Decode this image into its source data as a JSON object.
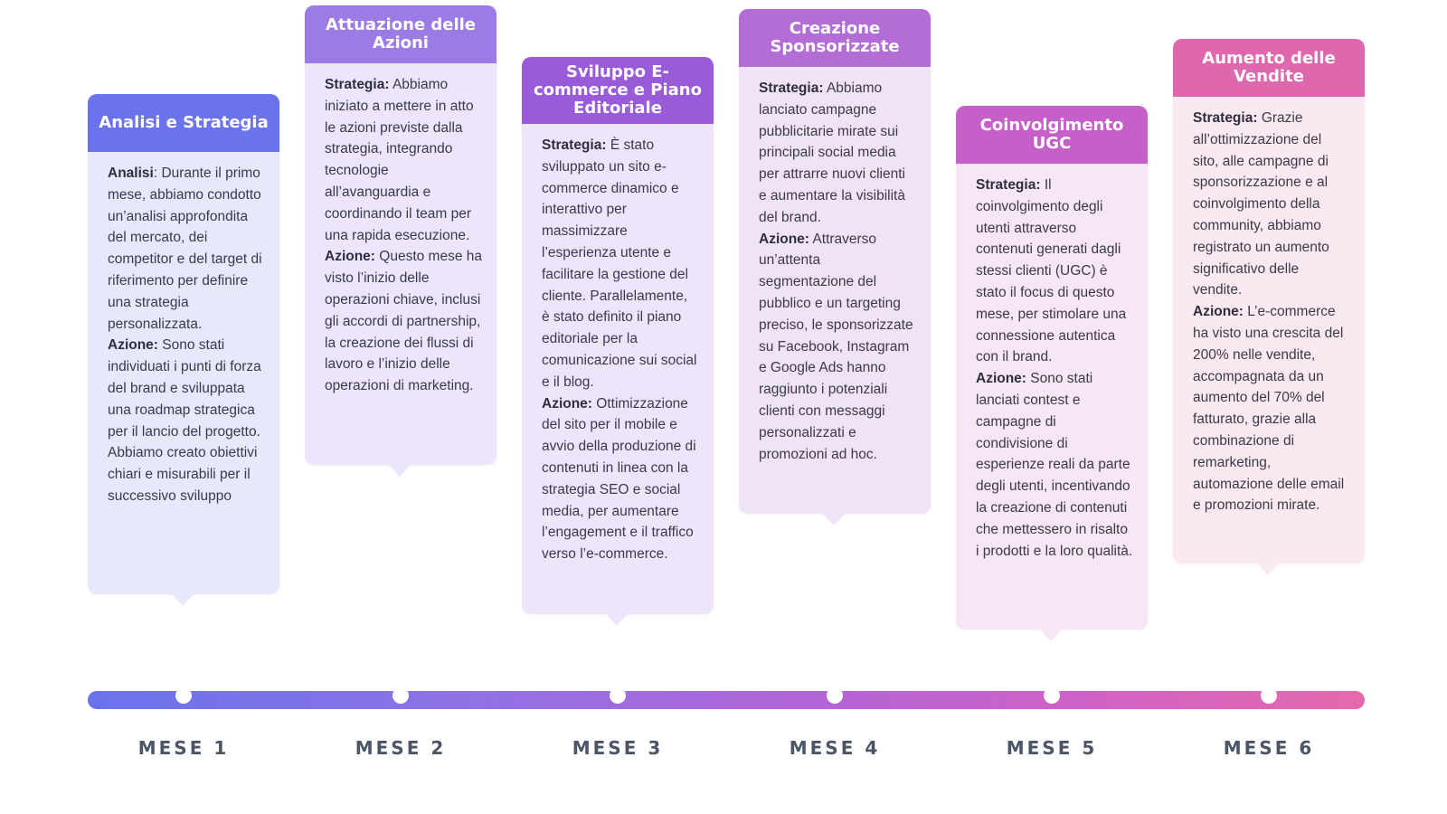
{
  "colors": {
    "c1_head": "#6a73ec",
    "c1_body": "#e7e8fb",
    "c2_head": "#9c7be6",
    "c2_body": "#ece5fb",
    "c3_head": "#9a5bd9",
    "c3_body": "#efe5fa",
    "c4_head": "#b46cd6",
    "c4_body": "#f1e3f6",
    "c5_head": "#c660c9",
    "c5_body": "#f7e6f4",
    "c6_head": "#df67ae",
    "c6_body": "#fbe9f2"
  },
  "cards": [
    {
      "title": "Analisi e Strategia",
      "paragraphs": [
        {
          "label": "Analisi",
          "sep": ": ",
          "text": "Durante il primo mese, abbiamo condotto un’analisi approfondita del mercato, dei competitor e del target di riferimento per definire una strategia personalizzata."
        },
        {
          "label": "Azione:",
          "sep": " ",
          "text": "Sono stati individuati i punti di forza del brand e sviluppata una roadmap strategica per il lancio del progetto. Abbiamo creato obiettivi chiari e misurabili per il successivo sviluppo"
        }
      ]
    },
    {
      "title": "Attuazione delle Azioni",
      "paragraphs": [
        {
          "label": "Strategia:",
          "sep": " ",
          "text": "Abbiamo iniziato a mettere in atto le azioni previste dalla strategia, integrando tecnologie all’avanguardia e coordinando il team per una rapida esecuzione."
        },
        {
          "label": "Azione:",
          "sep": " ",
          "text": "Questo mese ha visto l’inizio delle operazioni chiave, inclusi gli accordi di partnership, la creazione dei flussi di lavoro e l’inizio delle operazioni di marketing."
        }
      ]
    },
    {
      "title": "Sviluppo E-commerce e Piano Editoriale",
      "paragraphs": [
        {
          "label": "Strategia:",
          "sep": " ",
          "text": "È stato sviluppato un sito e-commerce dinamico e interattivo per massimizzare l’esperienza utente e facilitare la gestione del cliente. Parallelamente, è stato definito il piano editoriale per la comunicazione sui social e il blog."
        },
        {
          "label": "Azione:",
          "sep": " ",
          "text": "Ottimizzazione del sito per il mobile e avvio della produzione di contenuti in linea con la strategia SEO e social media, per aumentare l’engagement e il traffico verso l’e-commerce."
        }
      ]
    },
    {
      "title": "Creazione Sponsorizzate",
      "paragraphs": [
        {
          "label": "Strategia:",
          "sep": " ",
          "text": "Abbiamo lanciato campagne pubblicitarie mirate sui principali social media per attrarre nuovi clienti e aumentare la visibilità del brand."
        },
        {
          "label": "Azione:",
          "sep": " ",
          "text": "Attraverso un’attenta segmentazione del pubblico e un targeting preciso, le sponsorizzate su Facebook, Instagram e Google Ads hanno raggiunto i potenziali clienti con messaggi personalizzati e promozioni ad hoc."
        }
      ]
    },
    {
      "title": "Coinvolgimento UGC",
      "paragraphs": [
        {
          "label": "Strategia:",
          "sep": " ",
          "text": "Il coinvolgimento degli utenti attraverso contenuti generati dagli stessi clienti (UGC) è stato il focus di questo mese, per stimolare una connessione autentica con il brand."
        },
        {
          "label": "Azione:",
          "sep": " ",
          "text": "Sono stati lanciati contest e campagne di condivisione di esperienze reali da parte degli utenti, incentivando la creazione di contenuti che mettessero in risalto i prodotti e la loro qualità."
        }
      ]
    },
    {
      "title": "Aumento delle Vendite",
      "paragraphs": [
        {
          "label": "Strategia:",
          "sep": " ",
          "text": "Grazie all’ottimizzazione del sito, alle campagne di sponsorizzazione e al coinvolgimento della community, abbiamo registrato un aumento significativo delle vendite."
        },
        {
          "label": "Azione:",
          "sep": " ",
          "text": "L’e-commerce ha visto una crescita del 200% nelle vendite, accompagnata da un aumento del 70% del fatturato, grazie alla combinazione di remarketing, automazione delle email e promozioni mirate."
        }
      ]
    }
  ],
  "months": [
    "MESE 1",
    "MESE 2",
    "MESE 3",
    "MESE 4",
    "MESE 5",
    "MESE 6"
  ]
}
